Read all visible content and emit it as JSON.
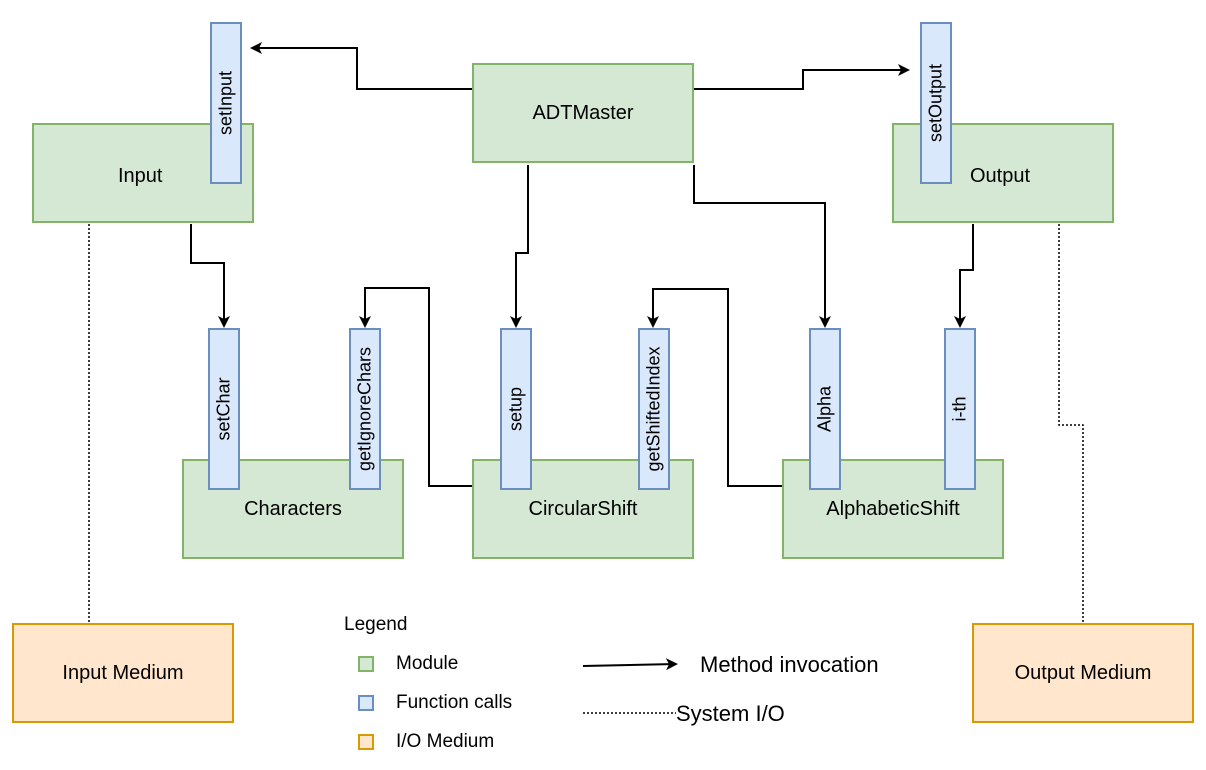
{
  "modules": {
    "adtmaster": "ADTMaster",
    "input": "Input",
    "output": "Output",
    "characters": "Characters",
    "circularshift": "CircularShift",
    "alphabeticshift": "AlphabeticShift"
  },
  "functions": {
    "setinput": "setInput",
    "setoutput": "setOutput",
    "setchar": "setChar",
    "getignorechars": "getIgnoreChars",
    "setup": "setup",
    "getshiftedindex": "getShiftedIndex",
    "alpha": "Alpha",
    "ith": "i-th"
  },
  "io": {
    "input_medium": "Input Medium",
    "output_medium": "Output Medium"
  },
  "legend": {
    "title": "Legend",
    "module": "Module",
    "function_calls": "Function calls",
    "io_medium": "I/O Medium",
    "method_invocation": "Method invocation",
    "system_io": "System I/O"
  },
  "colors": {
    "module_fill": "#d5e8d4",
    "module_stroke": "#82b366",
    "function_fill": "#dae8fc",
    "function_stroke": "#6c8ebf",
    "io_fill": "#ffe6cc",
    "io_stroke": "#d79b00"
  }
}
